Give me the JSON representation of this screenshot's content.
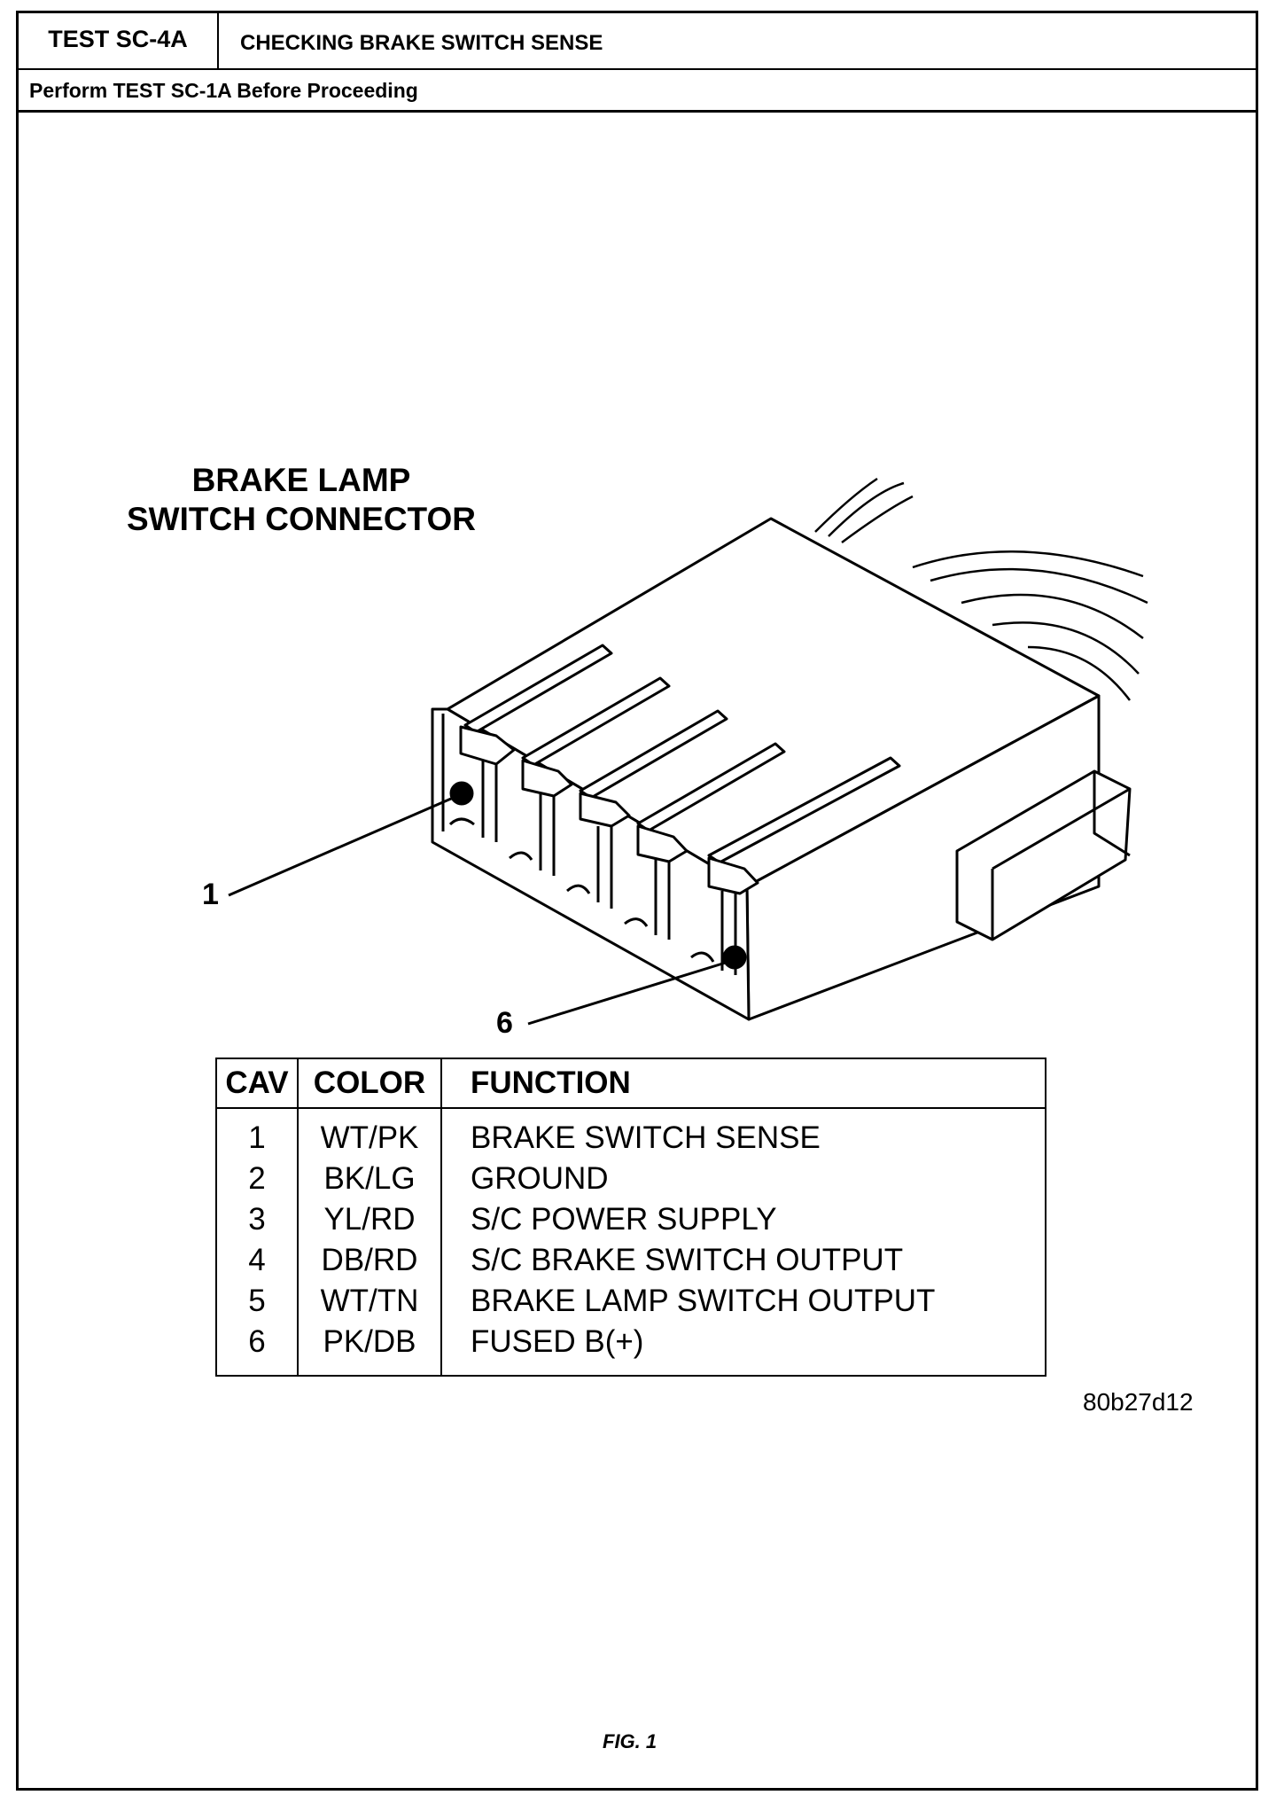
{
  "header": {
    "test_id": "TEST SC-4A",
    "test_title": "CHECKING BRAKE SWITCH SENSE",
    "prerequisite": "Perform TEST SC-1A Before Proceeding"
  },
  "diagram": {
    "title_line1": "BRAKE LAMP",
    "title_line2": "SWITCH CONNECTOR",
    "callouts": [
      "1",
      "6"
    ]
  },
  "pin_table": {
    "headers": [
      "CAV",
      "COLOR",
      "FUNCTION"
    ],
    "rows": [
      {
        "cav": "1",
        "color": "WT/PK",
        "function": "BRAKE SWITCH SENSE"
      },
      {
        "cav": "2",
        "color": "BK/LG",
        "function": "GROUND"
      },
      {
        "cav": "3",
        "color": "YL/RD",
        "function": "S/C POWER SUPPLY"
      },
      {
        "cav": "4",
        "color": "DB/RD",
        "function": "S/C BRAKE SWITCH OUTPUT"
      },
      {
        "cav": "5",
        "color": "WT/TN",
        "function": "BRAKE LAMP SWITCH OUTPUT"
      },
      {
        "cav": "6",
        "color": "PK/DB",
        "function": "FUSED B(+)"
      }
    ]
  },
  "figure": {
    "code": "80b27d12",
    "label": "FIG. 1"
  }
}
